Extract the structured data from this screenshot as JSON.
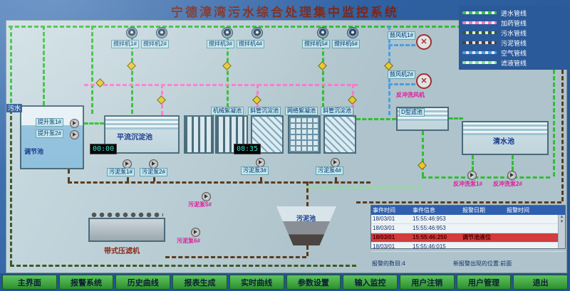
{
  "title": "宁德漳湾污水综合处理集中监控系统",
  "inlet_label": "污水",
  "legend": {
    "items": [
      {
        "label": "进水管线",
        "color": "#33cc33"
      },
      {
        "label": "加药管线",
        "color": "#ff77cc"
      },
      {
        "label": "污水管线",
        "color": "#3c5a23"
      },
      {
        "label": "污泥管线",
        "color": "#5b3c1e"
      },
      {
        "label": "空气管线",
        "color": "#4b9fe0"
      },
      {
        "label": "滤液管线",
        "color": "#8fe08f"
      }
    ]
  },
  "mixers": {
    "m1": "搅拌机1#",
    "m2": "搅拌机2#",
    "m3": "搅拌机3#",
    "m4": "搅拌机4#",
    "m5": "搅拌机5#",
    "m6": "搅拌机6#"
  },
  "blowers": {
    "b1": "鼓风机1#",
    "b2": "鼓风机2#",
    "backwash_fan": "反冲洗风机"
  },
  "tanks": {
    "regulating": "调节池",
    "horizontal_sed": "平流沉淀池",
    "mech_floc": "机械絮凝池",
    "inclined_sed_1": "斜管沉淀池",
    "grid_floc": "网络絮凝池",
    "inclined_sed_2": "斜管沉淀池",
    "d_filter": "D型滤池",
    "clear_water": "清水池",
    "sludge": "污泥池",
    "belt_press": "带式压滤机"
  },
  "pumps": {
    "lift1": "提升泵1#",
    "lift2": "提升泵2#",
    "sludge1": "污泥泵1#",
    "sludge2": "污泥泵2#",
    "sludge3": "污泥泵3#",
    "sludge4": "污泥泵4#",
    "sludge5": "污泥泵5#",
    "sludge6": "污泥泵6#",
    "backwash1": "反冲洗泵1#",
    "backwash2": "反冲洗泵2#"
  },
  "timers": {
    "t1": "00:00",
    "t2": "08:35"
  },
  "alarm_table": {
    "headers": [
      "事件时间",
      "事件信息",
      "报警日期",
      "报警时间"
    ],
    "rows": [
      {
        "date": "18/03/01",
        "time": "15:55:46:953",
        "info": ""
      },
      {
        "date": "18/03/01",
        "time": "15:55:46:953",
        "info": ""
      },
      {
        "date": "18/03/01",
        "time": "15:55:46:250",
        "info": "调节池液位"
      },
      {
        "date": "18/03/01",
        "time": "15:55:46:015",
        "info": ""
      }
    ],
    "count_label": "报警的数目:4",
    "position_label": "新报警出现的位置:前面"
  },
  "menu": {
    "items": [
      "主界面",
      "报警系统",
      "历史曲线",
      "报表生成",
      "实时曲线",
      "参数设置",
      "输入监控",
      "用户注销",
      "用户管理",
      "退出"
    ]
  }
}
